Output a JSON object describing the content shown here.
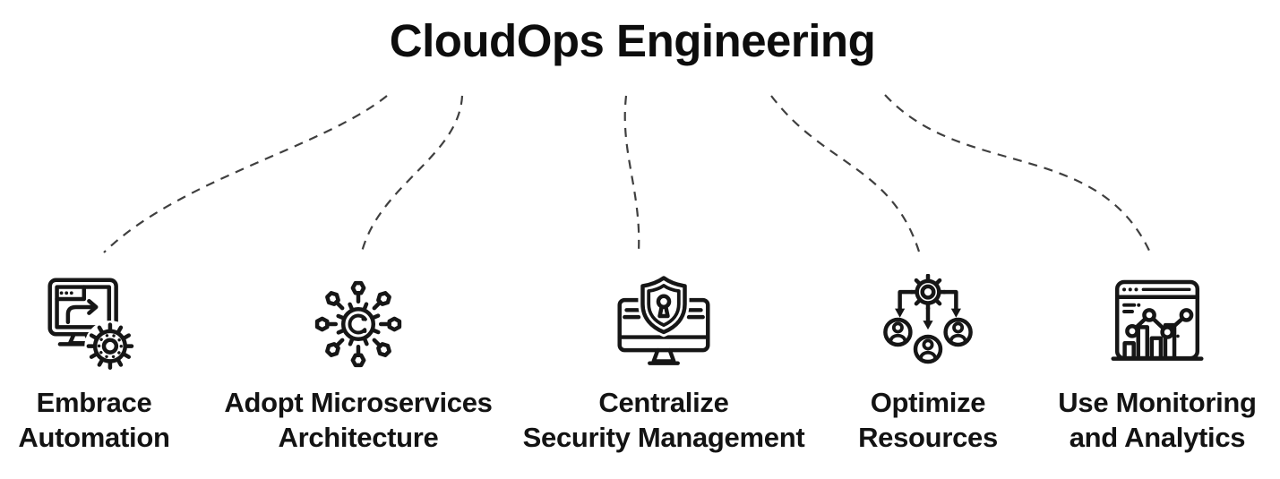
{
  "title": "CloudOps Engineering",
  "colors": {
    "background": "#ffffff",
    "title_text": "#0d0d0d",
    "label_text": "#131313",
    "connector_line": "#3f3f3f",
    "icon_stroke": "#161616"
  },
  "connector_style": {
    "type": "dashed-curve",
    "dash": "10 8"
  },
  "branches": [
    {
      "name": "embrace-automation",
      "icon": "automation-monitor-gear-icon",
      "label_line1": "Embrace",
      "label_line2": "Automation"
    },
    {
      "name": "adopt-microservices-architecture",
      "icon": "microservices-hub-icon",
      "label_line1": "Adopt Microservices",
      "label_line2": "Architecture"
    },
    {
      "name": "centralize-security-management",
      "icon": "security-shield-monitor-icon",
      "label_line1": "Centralize",
      "label_line2": "Security Management"
    },
    {
      "name": "optimize-resources",
      "icon": "gear-distribution-users-icon",
      "label_line1": "Optimize",
      "label_line2": "Resources"
    },
    {
      "name": "use-monitoring-and-analytics",
      "icon": "analytics-dashboard-icon",
      "label_line1": "Use Monitoring",
      "label_line2": "and Analytics"
    }
  ],
  "connectors": [
    {
      "from": "title",
      "to": "embrace-automation"
    },
    {
      "from": "title",
      "to": "adopt-microservices-architecture"
    },
    {
      "from": "title",
      "to": "centralize-security-management"
    },
    {
      "from": "title",
      "to": "optimize-resources"
    },
    {
      "from": "title",
      "to": "use-monitoring-and-analytics"
    }
  ]
}
